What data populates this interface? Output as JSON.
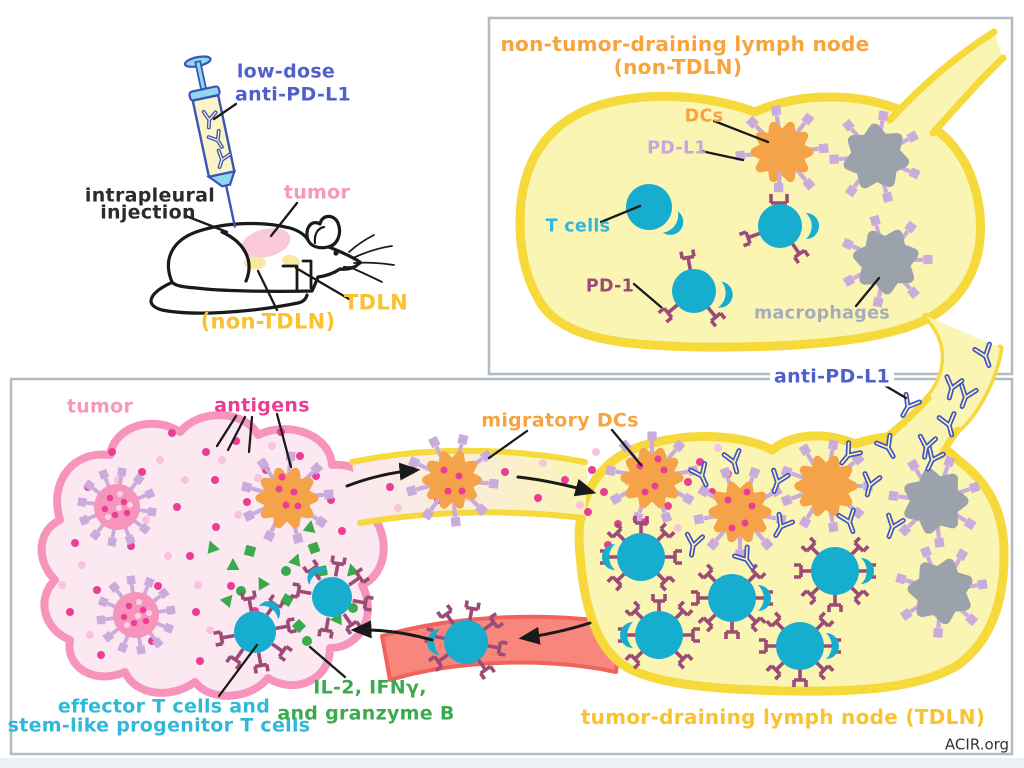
{
  "injection_scene": {
    "dose_line1": "low-dose",
    "dose_line2": "anti-PD-L1",
    "injection_line1": "intrapleural",
    "injection_line2": "injection",
    "tumor": "tumor",
    "tdln": "TDLN",
    "non_tdln": "(non-TDLN)"
  },
  "non_tdln_panel": {
    "title_line1": "non-tumor-draining lymph node",
    "title_line2": "(non-TDLN)",
    "dcs": "DCs",
    "pd_l1": "PD-L1",
    "t_cells": "T cells",
    "pd_1": "PD-1",
    "macrophages": "macrophages"
  },
  "tdln_panel": {
    "tumor": "tumor",
    "antigens": "antigens",
    "migratory_dcs": "migratory DCs",
    "anti_pd_l1": "anti-PD-L1",
    "effector_line1": "effector T cells and",
    "effector_line2": "stem-like progenitor T cells",
    "cytokines_line1": "IL-2, IFNγ,",
    "cytokines_line2": "and granzyme B",
    "tdln_caption": "tumor-draining lymph node (TDLN)"
  },
  "credit": "ACIR.org",
  "colors": {
    "panel_border": "#B2BAC2",
    "node_fill": "#FBF5B4",
    "node_border": "#F6D93A",
    "tumor_fill": "#FBE8F1",
    "tumor_border": "#F794BB",
    "dc_orange": "#F5A348",
    "t_cell_teal": "#17ADCE",
    "pd1_plum": "#9C4B76",
    "pdl1_lavender": "#C9ABDC",
    "macrophage_gray": "#9CA2AC",
    "antigen_magenta": "#EC3D95",
    "antigen_light_pink": "#F9C3DC",
    "cytokine_green": "#3BAA4E",
    "antibody_blue": "#4353C4",
    "blood_vessel_red": "#F9867D",
    "label_gold": "#F9C22E",
    "label_blue": "#4F5FCC"
  }
}
